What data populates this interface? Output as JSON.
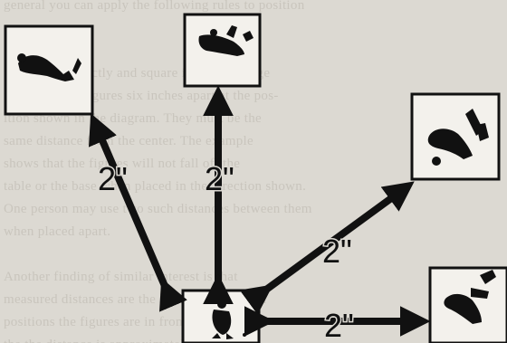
{
  "background_text": [
    "general you can apply the following rules to position",
    "",
    "",
    "the figure correctly and square it with the page",
    "place the two figures six inches apart at the pos-",
    "ition shown in the diagram. They must be the",
    "same distance from the center. The example",
    "shows that the figures will not fall off the",
    "table or the base when placed in the direction shown.",
    "One person may use two such distances between them",
    "when placed apart.",
    "",
    "Another finding of similar interest is that",
    "measured distances are the same time for both",
    "positions the figures are in front of and behind",
    "the the distance is approximately two inches."
  ],
  "distance_labels": [
    {
      "id": "upper-left",
      "text": "2\""
    },
    {
      "id": "up",
      "text": "2\""
    },
    {
      "id": "upper-right",
      "text": "2\""
    },
    {
      "id": "right",
      "text": "2\""
    }
  ],
  "colors": {
    "paper": "#dcd9d2",
    "ink": "#111111",
    "box_fill": "#f3f1ec",
    "faint_text": "#c9c5bd"
  }
}
